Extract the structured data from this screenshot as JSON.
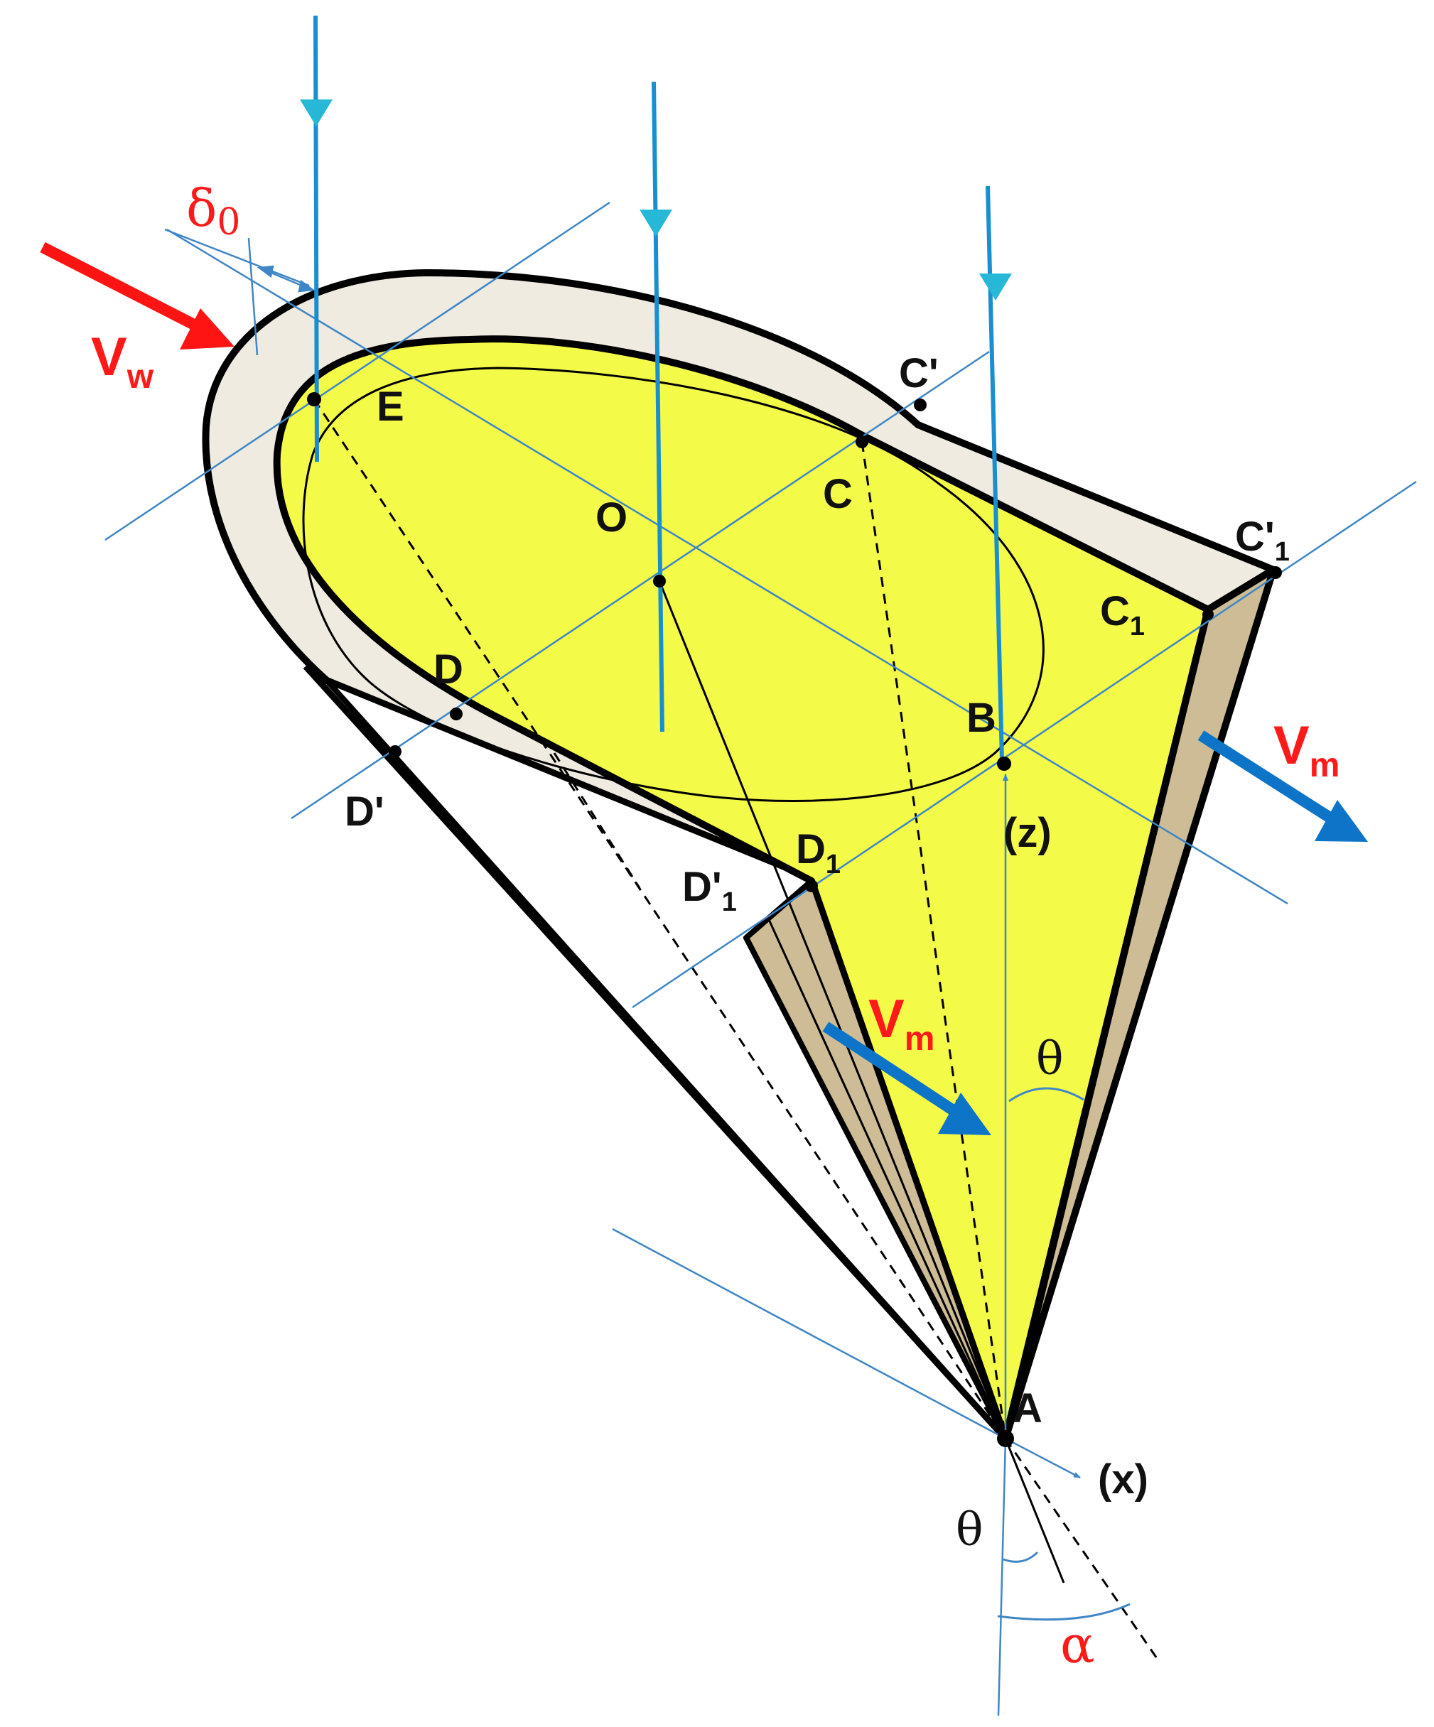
{
  "colors": {
    "cone_fill": "#f4fa48",
    "shell_fill": "#efebe0",
    "side_fill": "#cdbc95",
    "outline": "#000000",
    "construction_line": "#3f86c6",
    "beam_line": "#1a8fd0",
    "beam_arrowhead": "#26b8d6",
    "velocity_blue": "#0d74c8",
    "velocity_red": "#ff1414"
  },
  "labels": {
    "E": "E",
    "O": "O",
    "C": "C",
    "C_prime": "C'",
    "C1": "C",
    "C1_sub": "1",
    "C1_prime": "C'",
    "C1_prime_sub": "1",
    "D": "D",
    "D_prime": "D'",
    "D1": "D",
    "D1_sub": "1",
    "D1_prime": "D'",
    "D1_prime_sub": "1",
    "B": "B",
    "A": "A",
    "z_axis": "(z)",
    "x_axis": "(x)",
    "theta_upper": "θ",
    "theta_lower": "θ",
    "alpha": "α",
    "delta0": "δ",
    "delta0_sub": "0",
    "Vw": "V",
    "Vw_sub": "w",
    "Vm_right": "V",
    "Vm_right_sub": "m",
    "Vm_center": "V",
    "Vm_center_sub": "m"
  },
  "icons": {
    "Vw": "red-arrow-icon",
    "Vm": "blue-arrow-icon",
    "beam": "down-arrowhead-icon"
  }
}
